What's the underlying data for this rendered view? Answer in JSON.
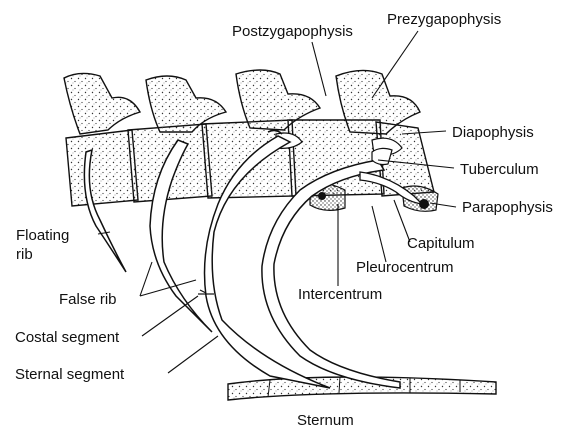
{
  "labels": {
    "prezygapophysis": "Prezygapophysis",
    "postzygapophysis": "Postzygapophysis",
    "diapophysis": "Diapophysis",
    "tuberculum": "Tuberculum",
    "parapophysis": "Parapophysis",
    "capitulum": "Capitulum",
    "pleurocentrum": "Pleurocentrum",
    "intercentrum": "Intercentrum",
    "floating_rib_line1": "Floating",
    "floating_rib_line2": "rib",
    "false_rib": "False rib",
    "costal_segment": "Costal segment",
    "sternal_segment": "Sternal segment",
    "sternum": "Sternum"
  },
  "colors": {
    "ink": "#111111",
    "bone_fill": "#ffffff",
    "stipple": "#333333"
  }
}
